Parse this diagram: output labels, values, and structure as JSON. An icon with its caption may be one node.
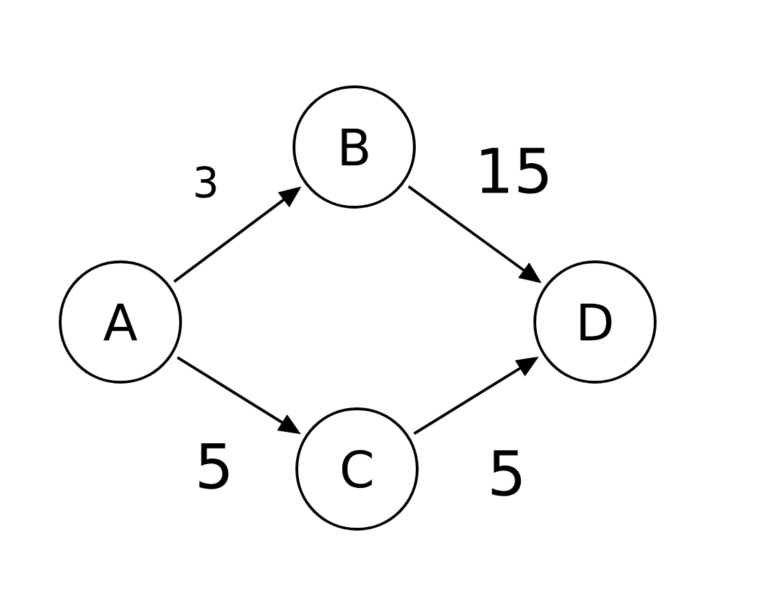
{
  "diagram": {
    "nodes": [
      {
        "text": [
          "A"
        ]
      },
      {
        "text": [
          "B"
        ]
      },
      {
        "text": [
          "C"
        ]
      },
      {
        "text": [
          "D"
        ]
      }
    ],
    "edges": [
      {
        "from": 0,
        "to": 1,
        "arrow": "to",
        "label": "3"
      },
      {
        "from": 0,
        "to": 2,
        "arrow": "to",
        "label": "5"
      },
      {
        "from": 1,
        "to": 3,
        "arrow": "to",
        "label": "15"
      },
      {
        "from": 2,
        "to": 3,
        "arrow": "to",
        "label": "5"
      }
    ]
  }
}
